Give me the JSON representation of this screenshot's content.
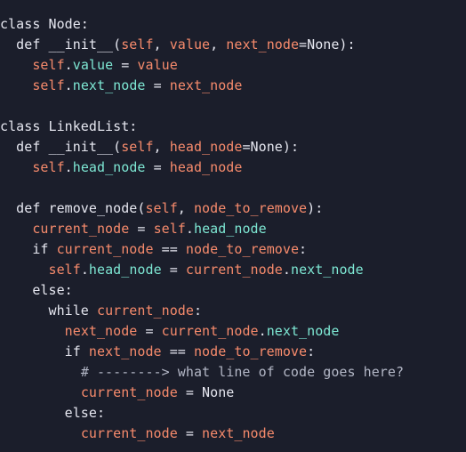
{
  "colors": {
    "background": "#1b1e2b",
    "plain": "#e6e7f0",
    "param": "#f78b6c",
    "attr": "#7ee8d4",
    "comment": "#b3b7c6"
  },
  "code": [
    [
      [
        "plain",
        "class Node:"
      ]
    ],
    [
      [
        "plain",
        "  def __init__("
      ],
      [
        "param",
        "self"
      ],
      [
        "plain",
        ", "
      ],
      [
        "param",
        "value"
      ],
      [
        "plain",
        ", "
      ],
      [
        "param",
        "next_node"
      ],
      [
        "plain",
        "=None):"
      ]
    ],
    [
      [
        "plain",
        "    "
      ],
      [
        "param",
        "self"
      ],
      [
        "plain",
        "."
      ],
      [
        "attr",
        "value"
      ],
      [
        "plain",
        " = "
      ],
      [
        "param",
        "value"
      ]
    ],
    [
      [
        "plain",
        "    "
      ],
      [
        "param",
        "self"
      ],
      [
        "plain",
        "."
      ],
      [
        "attr",
        "next_node"
      ],
      [
        "plain",
        " = "
      ],
      [
        "param",
        "next_node"
      ]
    ],
    [],
    [
      [
        "plain",
        "class LinkedList:"
      ]
    ],
    [
      [
        "plain",
        "  def __init__("
      ],
      [
        "param",
        "self"
      ],
      [
        "plain",
        ", "
      ],
      [
        "param",
        "head_node"
      ],
      [
        "plain",
        "=None):"
      ]
    ],
    [
      [
        "plain",
        "    "
      ],
      [
        "param",
        "self"
      ],
      [
        "plain",
        "."
      ],
      [
        "attr",
        "head_node"
      ],
      [
        "plain",
        " = "
      ],
      [
        "param",
        "head_node"
      ]
    ],
    [],
    [
      [
        "plain",
        "  def remove_node("
      ],
      [
        "param",
        "self"
      ],
      [
        "plain",
        ", "
      ],
      [
        "param",
        "node_to_remove"
      ],
      [
        "plain",
        "):"
      ]
    ],
    [
      [
        "plain",
        "    "
      ],
      [
        "param",
        "current_node"
      ],
      [
        "plain",
        " = "
      ],
      [
        "param",
        "self"
      ],
      [
        "plain",
        "."
      ],
      [
        "attr",
        "head_node"
      ]
    ],
    [
      [
        "plain",
        "    if "
      ],
      [
        "param",
        "current_node"
      ],
      [
        "plain",
        " == "
      ],
      [
        "param",
        "node_to_remove"
      ],
      [
        "plain",
        ":"
      ]
    ],
    [
      [
        "plain",
        "      "
      ],
      [
        "param",
        "self"
      ],
      [
        "plain",
        "."
      ],
      [
        "attr",
        "head_node"
      ],
      [
        "plain",
        " = "
      ],
      [
        "param",
        "current_node"
      ],
      [
        "plain",
        "."
      ],
      [
        "attr",
        "next_node"
      ]
    ],
    [
      [
        "plain",
        "    else:"
      ]
    ],
    [
      [
        "plain",
        "      while "
      ],
      [
        "param",
        "current_node"
      ],
      [
        "plain",
        ":"
      ]
    ],
    [
      [
        "plain",
        "        "
      ],
      [
        "param",
        "next_node"
      ],
      [
        "plain",
        " = "
      ],
      [
        "param",
        "current_node"
      ],
      [
        "plain",
        "."
      ],
      [
        "attr",
        "next_node"
      ]
    ],
    [
      [
        "plain",
        "        if "
      ],
      [
        "param",
        "next_node"
      ],
      [
        "plain",
        " == "
      ],
      [
        "param",
        "node_to_remove"
      ],
      [
        "plain",
        ":"
      ]
    ],
    [
      [
        "plain",
        "          "
      ],
      [
        "comment",
        "# --------> what line of code goes here?"
      ]
    ],
    [
      [
        "plain",
        "          "
      ],
      [
        "param",
        "current_node"
      ],
      [
        "plain",
        " = None"
      ]
    ],
    [
      [
        "plain",
        "        else:"
      ]
    ],
    [
      [
        "plain",
        "          "
      ],
      [
        "param",
        "current_node"
      ],
      [
        "plain",
        " = "
      ],
      [
        "param",
        "next_node"
      ]
    ]
  ]
}
